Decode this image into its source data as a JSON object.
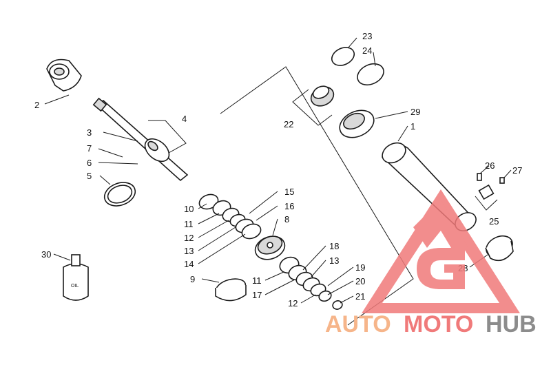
{
  "callouts": {
    "c1": "1",
    "c2": "2",
    "c3": "3",
    "c4": "4",
    "c5": "5",
    "c6": "6",
    "c7": "7",
    "c8": "8",
    "c9": "9",
    "c10": "10",
    "c11a": "11",
    "c11b": "11",
    "c12a": "12",
    "c12b": "12",
    "c13a": "13",
    "c13b": "13",
    "c14": "14",
    "c15": "15",
    "c16": "16",
    "c17": "17",
    "c18": "18",
    "c19": "19",
    "c20": "20",
    "c21": "21",
    "c22": "22",
    "c23": "23",
    "c24": "24",
    "c25": "25",
    "c26": "26",
    "c27": "27",
    "c28": "28",
    "c29": "29",
    "c30": "30"
  },
  "oil_can": {
    "label": "OIL"
  },
  "watermark": {
    "auto": "AUTO",
    "moto": "MOTO",
    "hub": "HUB",
    "colors": {
      "auto": "#f6b58a",
      "moto": "#f07a7a",
      "hub": "#8c8c8c"
    }
  }
}
